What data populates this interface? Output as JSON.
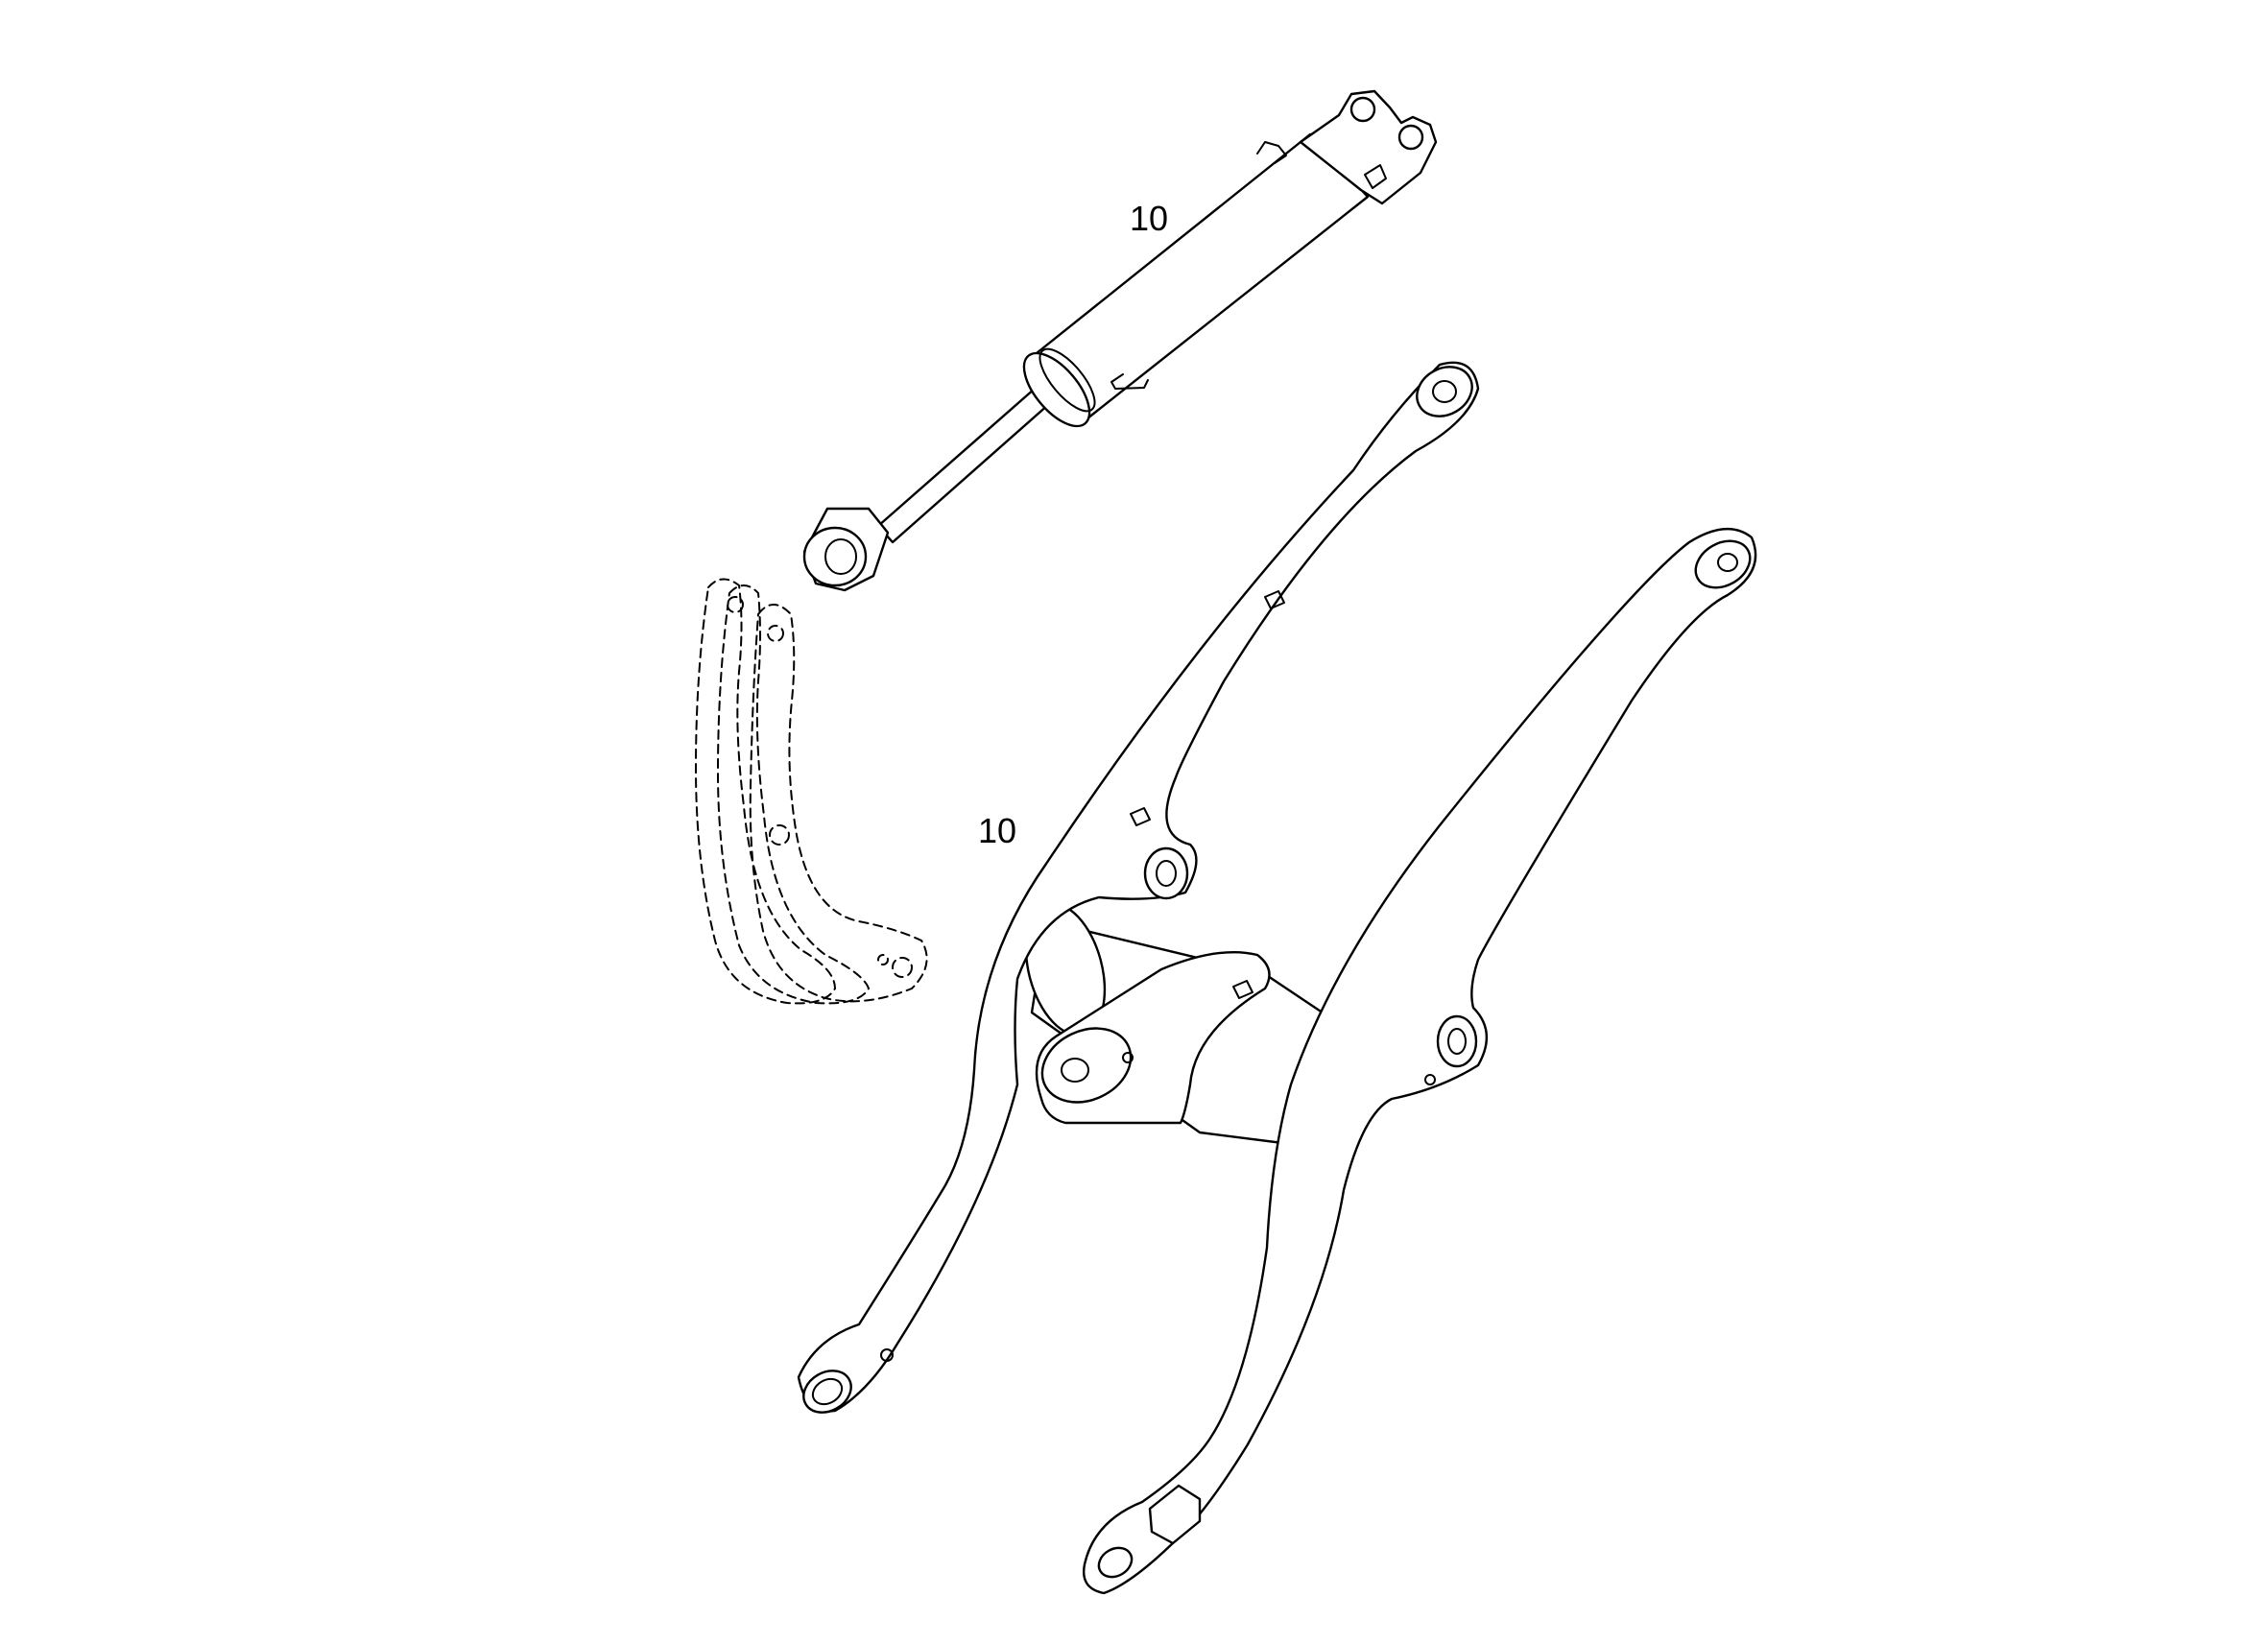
{
  "diagram": {
    "callouts": [
      {
        "id": "cylinder",
        "text": "10"
      },
      {
        "id": "lift-arm",
        "text": "10"
      }
    ],
    "line_color": "#000000",
    "background_color": "#ffffff"
  }
}
